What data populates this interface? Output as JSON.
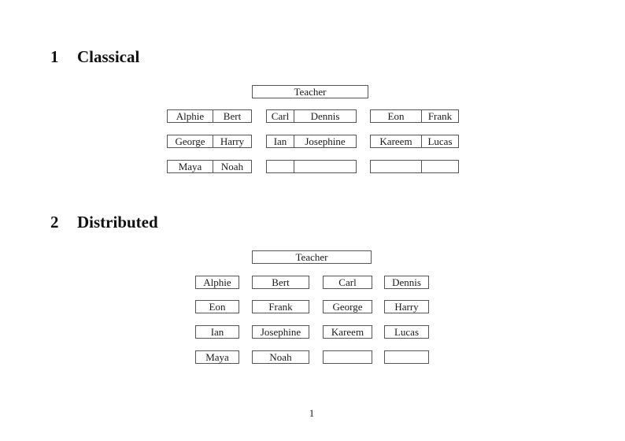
{
  "classical": {
    "heading_number": "1",
    "heading_title": "Classical",
    "teacher_label": "Teacher",
    "rows": [
      {
        "pairs": [
          {
            "left": "Alphie",
            "right": "Bert"
          },
          {
            "left": "Carl",
            "right": "Dennis"
          },
          {
            "left": "Eon",
            "right": "Frank"
          }
        ]
      },
      {
        "pairs": [
          {
            "left": "George",
            "right": "Harry"
          },
          {
            "left": "Ian",
            "right": "Josephine"
          },
          {
            "left": "Kareem",
            "right": "Lucas"
          }
        ]
      },
      {
        "pairs": [
          {
            "left": "Maya",
            "right": "Noah"
          },
          {
            "left": "",
            "right": ""
          },
          {
            "left": "",
            "right": ""
          }
        ]
      }
    ]
  },
  "distributed": {
    "heading_number": "2",
    "heading_title": "Distributed",
    "teacher_label": "Teacher",
    "rows": [
      {
        "seats": [
          "Alphie",
          "Bert",
          "Carl",
          "Dennis"
        ]
      },
      {
        "seats": [
          "Eon",
          "Frank",
          "George",
          "Harry"
        ]
      },
      {
        "seats": [
          "Ian",
          "Josephine",
          "Kareem",
          "Lucas"
        ]
      },
      {
        "seats": [
          "Maya",
          "Noah",
          "",
          ""
        ]
      }
    ]
  },
  "page_number": "1",
  "colors": {
    "border": "#555555",
    "text": "#1a1a1a",
    "background": "#ffffff"
  }
}
